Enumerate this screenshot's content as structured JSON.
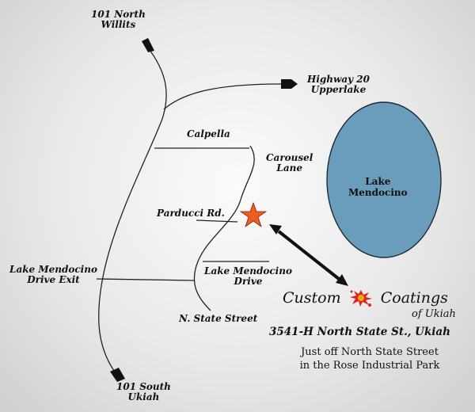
{
  "directions": {
    "north": [
      "101 North",
      "Willits"
    ],
    "east": [
      "Highway 20",
      "Upperlake"
    ],
    "south": [
      "101 South",
      "Ukiah"
    ],
    "exit": [
      "Lake Mendocino",
      "Drive Exit"
    ]
  },
  "roads": {
    "calpella": "Calpella",
    "carousel": [
      "Carousel",
      "Lane"
    ],
    "parducci": "Parducci Rd.",
    "lake_drive": [
      "Lake Mendocino",
      "Drive"
    ],
    "state_street": "N. State Street"
  },
  "lake": [
    "Lake",
    "Mendocino"
  ],
  "business": {
    "name_left": "Custom",
    "name_right": "Coatings",
    "subline": "of Ukiah",
    "address": "3541-H  North State St., Ukiah",
    "directions_note": [
      "Just off North State Street",
      "in the Rose Industrial Park"
    ]
  },
  "colors": {
    "lake": "#6a9cbc",
    "star": "#ee5a20",
    "roads": "#222222"
  },
  "icons": {
    "location_marker": "star-icon",
    "pointer": "double-arrow-icon",
    "logo_mark": "paint-splash-icon"
  }
}
